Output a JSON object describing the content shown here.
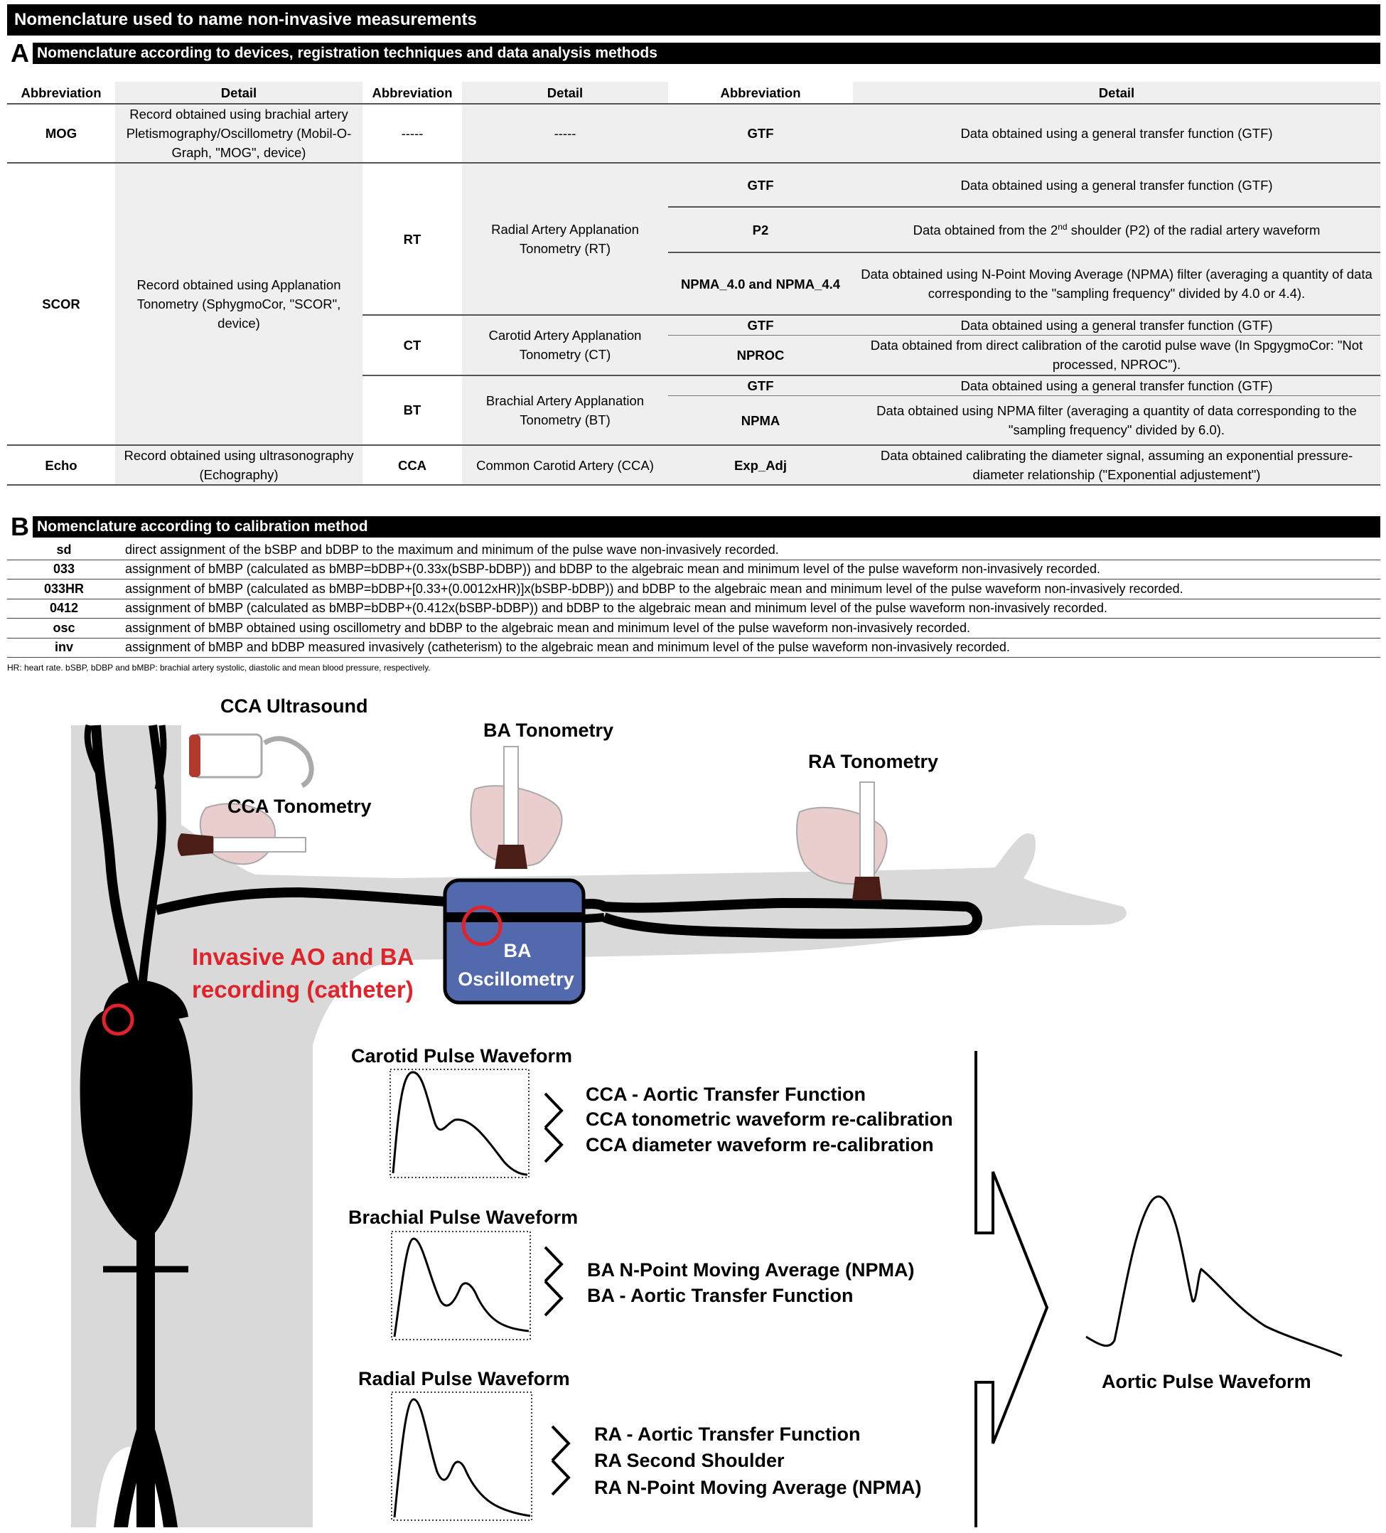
{
  "title": "Nomenclature used to name non-invasive measurements",
  "sectionA": {
    "letter": "A",
    "title": "Nomenclature according to devices, registration techniques and data analysis methods",
    "headers": [
      "Abbreviation",
      "Detail",
      "Abbreviation",
      "Detail",
      "Abbreviation",
      "Detail"
    ],
    "mog": {
      "abbr": "MOG",
      "detail": "Record obtained using  brachial artery Pletismography/Oscillometry (Mobil-O-Graph, \"MOG\", device)",
      "tech_abbr": "-----",
      "tech_detail": "-----",
      "method_abbr": "GTF",
      "method_detail": "Data obtained using a general transfer function (GTF)"
    },
    "scor": {
      "abbr": "SCOR",
      "detail": "Record obtained using Applanation Tonometry (SphygmoCor, \"SCOR\", device)"
    },
    "rt": {
      "abbr": "RT",
      "detail": "Radial Artery Applanation Tonometry (RT)"
    },
    "rt_gtf": {
      "abbr": "GTF",
      "detail": "Data obtained using a general transfer function (GTF)"
    },
    "rt_p2": {
      "abbr": "P2",
      "detail_pre": "Data obtained from the 2",
      "detail_sup": "nd",
      "detail_post": " shoulder (P2) of the radial artery waveform"
    },
    "rt_npma": {
      "abbr": "NPMA_4.0 and NPMA_4.4",
      "detail": "Data obtained using N-Point Moving Average (NPMA) filter (averaging a quantity of data corresponding to the \"sampling frequency\" divided by 4.0 or 4.4)."
    },
    "ct": {
      "abbr": "CT",
      "detail": "Carotid Artery Applanation Tonometry (CT)"
    },
    "ct_gtf": {
      "abbr": "GTF",
      "detail": "Data obtained using a general transfer function (GTF)"
    },
    "ct_nproc": {
      "abbr": "NPROC",
      "detail": "Data obtained from direct calibration of the carotid pulse wave (In SpgygmoCor: \"Not processed, NPROC\")."
    },
    "bt": {
      "abbr": "BT",
      "detail": "Brachial Artery Applanation Tonometry (BT)"
    },
    "bt_gtf": {
      "abbr": "GTF",
      "detail": "Data obtained using a general transfer function (GTF)"
    },
    "bt_npma": {
      "abbr": "NPMA",
      "detail": "Data obtained using NPMA filter (averaging a quantity of data corresponding to the \"sampling frequency\" divided by 6.0)."
    },
    "echo": {
      "abbr": "Echo",
      "detail": "Record obtained using ultrasonography (Echography)",
      "tech_abbr": "CCA",
      "tech_detail": "Common Carotid Artery (CCA)",
      "method_abbr": "Exp_Adj",
      "method_detail": "Data obtained calibrating the diameter signal, assuming an exponential pressure-diameter relationship (\"Exponential adjustement\")"
    }
  },
  "sectionB": {
    "letter": "B",
    "title": "Nomenclature according to calibration method",
    "rows": [
      {
        "abbr": "sd",
        "detail": "direct assignment of the  bSBP and bDBP to the maximum and minimum of the pulse wave non-invasively recorded."
      },
      {
        "abbr": "033",
        "detail": "assignment of bMBP (calculated as  bMBP=bDBP+(0.33x(bSBP-bDBP)) and bDBP to the algebraic mean and minimum level of the pulse waveform non-invasively recorded."
      },
      {
        "abbr": "033HR",
        "detail": "assignment of bMBP (calculated as  bMBP=bDBP+[0.33+(0.0012xHR)]x(bSBP-bDBP)) and bDBP to the algebraic mean and minimum level of the pulse waveform non-invasively recorded."
      },
      {
        "abbr": "0412",
        "detail": "assignment of bMBP (calculated as  bMBP=bDBP+(0.412x(bSBP-bDBP)) and bDBP to the algebraic mean and minimum level of the pulse waveform non-invasively recorded."
      },
      {
        "abbr": "osc",
        "detail": "assignment of  bMBP obtained using oscillometry and bDBP to the algebraic mean and minimum level of the pulse waveform non-invasively recorded."
      },
      {
        "abbr": "inv",
        "detail": "assignment of bMBP and bDBP measured invasively (catheterism) to the algebraic mean and minimum level of the pulse waveform non-invasively recorded."
      }
    ]
  },
  "footnote": "HR: heart rate. bSBP, bDBP and bMBP: brachial artery systolic, diastolic and mean blood pressure, respectively.",
  "diagram": {
    "cca_ultrasound": "CCA Ultrasound",
    "ba_tonometry": "BA Tonometry",
    "ra_tonometry": "RA Tonometry",
    "cca_tonometry": "CCA Tonometry",
    "invasive_line1": "Invasive AO and BA",
    "invasive_line2": "recording (catheter)",
    "ba_osc_line1": "BA",
    "ba_osc_line2": "Oscillometry",
    "carotid_title": "Carotid Pulse Waveform",
    "carotid_methods": [
      "CCA - Aortic Transfer Function",
      "CCA tonometric waveform re-calibration",
      "CCA diameter waveform re-calibration"
    ],
    "brachial_title": "Brachial Pulse Waveform",
    "brachial_methods": [
      "BA N-Point Moving Average (NPMA)",
      "BA - Aortic Transfer Function"
    ],
    "radial_title": "Radial Pulse Waveform",
    "radial_methods": [
      "RA - Aortic Transfer Function",
      "RA Second Shoulder",
      "RA N-Point Moving Average (NPMA)"
    ],
    "aortic_title": "Aortic Pulse Waveform",
    "colors": {
      "body": "#d9d9d9",
      "vessel": "#000000",
      "cuff": "#5269ad",
      "highlight": "#e0232a",
      "skin": "#eacdcd",
      "probe": "#4a1e16"
    }
  }
}
